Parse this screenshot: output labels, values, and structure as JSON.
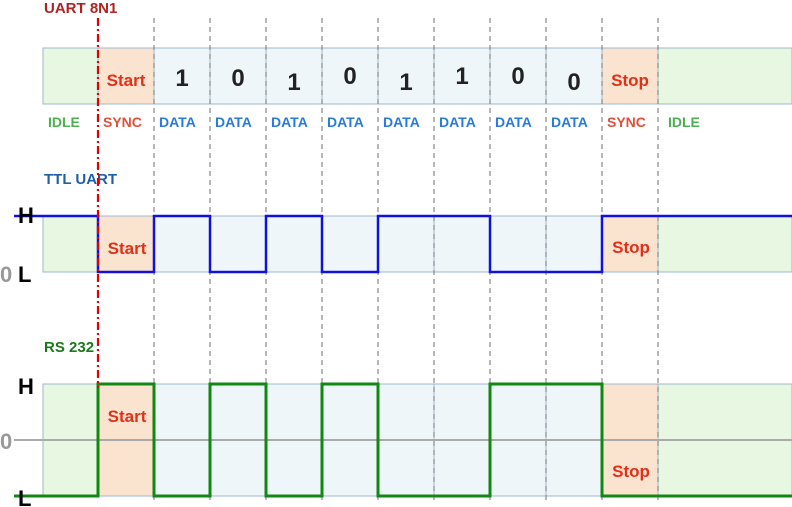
{
  "titles": {
    "uart": "UART 8N1",
    "ttl": "TTL UART",
    "rs232": "RS 232"
  },
  "colors": {
    "uart_title": "#b22222",
    "ttl_title": "#1f5fa8",
    "rs232_title": "#1a7a1a",
    "idle_fill": "#e8f7e2",
    "sync_fill": "#fbe4cf",
    "data_fill": "#eef6fa",
    "ttl_line": "#1010e0",
    "rs232_line": "#118811",
    "marker": "#e00000",
    "idle_text": "#4caf50",
    "sync_text": "#e0503a",
    "data_text": "#2a7ad8",
    "zero_line": "#aaaaaa"
  },
  "frame": {
    "cells": [
      {
        "kind": "idle",
        "text": ""
      },
      {
        "kind": "sync",
        "text": "Start"
      },
      {
        "kind": "data",
        "text": "1"
      },
      {
        "kind": "data",
        "text": "0"
      },
      {
        "kind": "data",
        "text": "1"
      },
      {
        "kind": "data",
        "text": "0"
      },
      {
        "kind": "data",
        "text": "1"
      },
      {
        "kind": "data",
        "text": "1"
      },
      {
        "kind": "data",
        "text": "0"
      },
      {
        "kind": "data",
        "text": "0"
      },
      {
        "kind": "sync",
        "text": "Stop"
      },
      {
        "kind": "idle",
        "text": ""
      }
    ],
    "categories": [
      "IDLE",
      "SYNC",
      "DATA",
      "DATA",
      "DATA",
      "DATA",
      "DATA",
      "DATA",
      "DATA",
      "DATA",
      "SYNC",
      "IDLE"
    ]
  },
  "ttl": {
    "high_label": "H",
    "low_label": "L",
    "zero_label": "0",
    "start_label": "Start",
    "stop_label": "Stop",
    "levels": [
      1,
      0,
      1,
      0,
      1,
      0,
      1,
      1,
      0,
      0,
      1,
      1
    ]
  },
  "rs232": {
    "high_label": "H",
    "low_label": "L",
    "zero_label": "0",
    "start_label": "Start",
    "stop_label": "Stop",
    "levels": [
      0,
      1,
      0,
      1,
      0,
      1,
      0,
      0,
      1,
      1,
      0,
      0
    ]
  }
}
